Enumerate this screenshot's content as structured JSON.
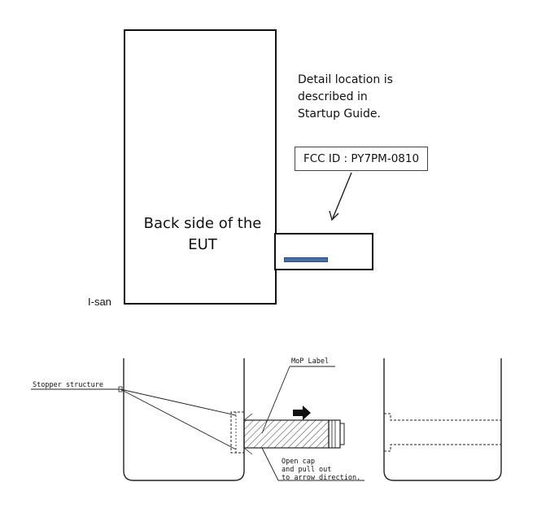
{
  "top": {
    "detail_note": [
      "Detail location is",
      "described in",
      "Startup Guide."
    ],
    "fcc_label": "FCC ID : PY7PM-0810",
    "eut_label": [
      "Back  side of the",
      "EUT"
    ],
    "corner_tag": "I-san"
  },
  "bottom": {
    "stopper_label": "Stopper structure",
    "mop_label": "MoP Label",
    "instruction": [
      "Open cap",
      "and pull out",
      "to arrow direction."
    ]
  },
  "colors": {
    "label_bar": "#4a6fa5",
    "outline": "#111111"
  }
}
